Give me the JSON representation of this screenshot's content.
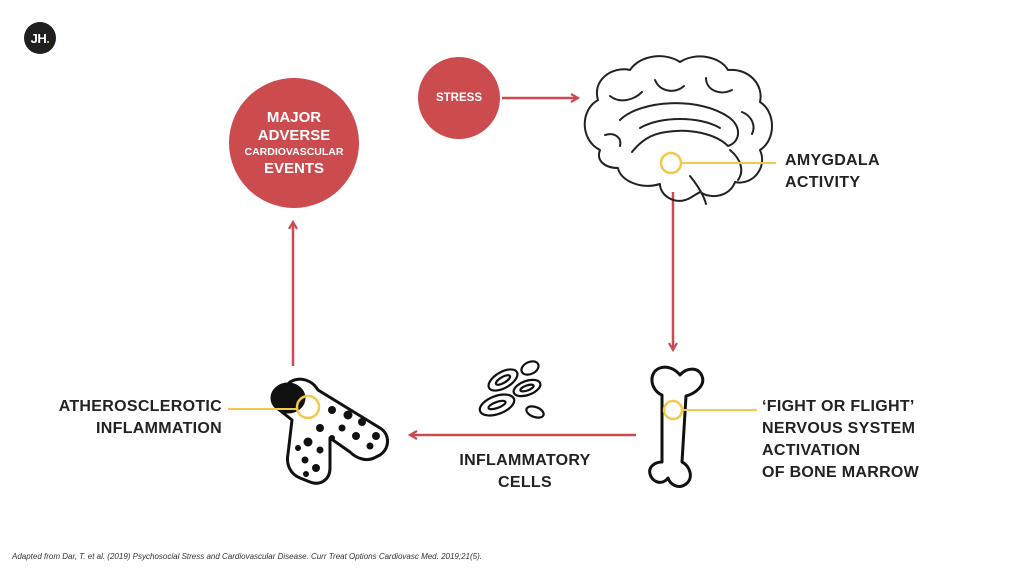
{
  "logo": {
    "text": "JH",
    "dot": "."
  },
  "nodes": {
    "mace": {
      "line1": "MAJOR",
      "line2": "ADVERSE",
      "line3": "CARDIOVASCULAR",
      "line4": "EVENTS"
    },
    "stress": {
      "label": "STRESS"
    },
    "amygdala": {
      "line1": "AMYGDALA",
      "line2": "ACTIVITY"
    },
    "fight_or_flight": {
      "line1": "‘FIGHT OR FLIGHT’",
      "line2": "NERVOUS SYSTEM",
      "line3": "ACTIVATION",
      "line4": "OF BONE MARROW"
    },
    "inflammatory_cells": {
      "line1": "INFLAMMATORY",
      "line2": "CELLS"
    },
    "atherosclerotic": {
      "line1": "ATHEROSCLEROTIC",
      "line2": "INFLAMMATION"
    }
  },
  "citation": "Adapted from Dar, T. et al. (2019) Psychosocial Stress and Cardiovascular Disease. Curr Treat Options Cardiovasc Med. 2019;21(5).",
  "colors": {
    "accent_red": "#cc4b4f",
    "highlight_yellow": "#f2c94c",
    "line_dark": "#222222"
  },
  "icons": [
    "brain-icon",
    "bone-icon",
    "blood-cells-icon",
    "artery-icon",
    "lightning-icon"
  ]
}
